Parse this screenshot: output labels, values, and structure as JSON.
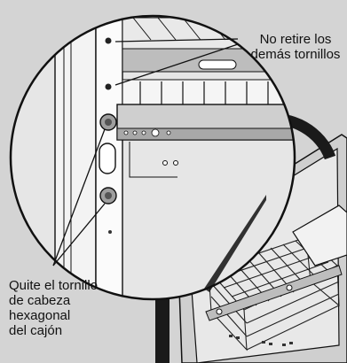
{
  "callouts": {
    "keep_screws": [
      "No retire los",
      "demás tornillos"
    ],
    "remove_screw": [
      "Quite el tornillo",
      "de cabeza",
      "hexagonal",
      "del cajón"
    ]
  },
  "colors": {
    "background": "#d4d4d4",
    "line": "#111111",
    "metal": "#bdbdbd",
    "arrow": "#1a1a1a"
  }
}
